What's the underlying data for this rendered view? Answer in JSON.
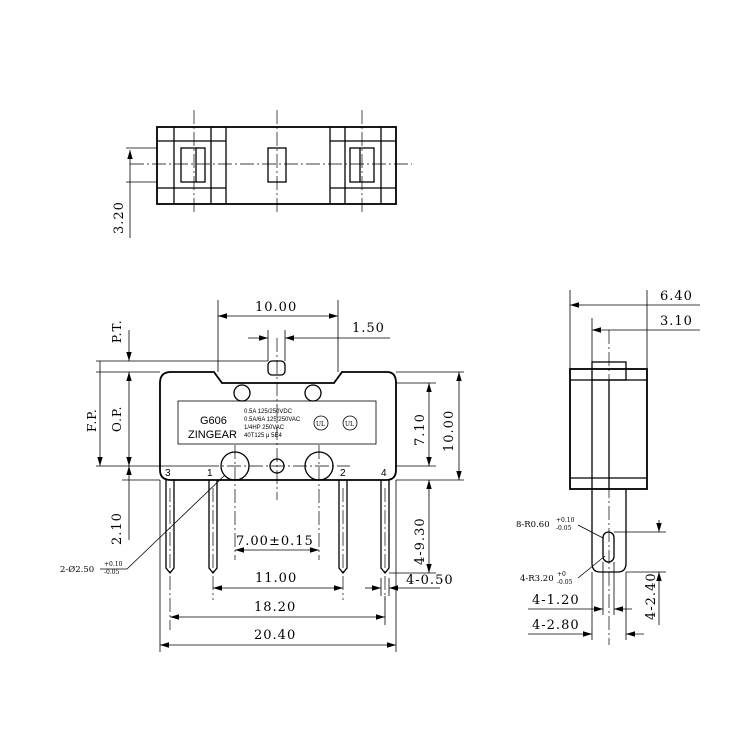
{
  "top_view": {
    "dim_height": "3.20"
  },
  "front_view": {
    "model": "G606",
    "brand": "ZINGEAR",
    "ratings": [
      "0.5A 125/250VDC",
      "0.5A/6A 125/250VAC",
      "1/4HP 250VAC",
      "40T125 μ 5E4"
    ],
    "pins": [
      "3",
      "1",
      "2",
      "4"
    ],
    "dims": {
      "width_top": "10.00",
      "offset": "1.50",
      "pt": "P.T.",
      "fp": "F.P.",
      "op": "O.P.",
      "h_710": "7.10",
      "h_1000": "10.00",
      "pin_len": "2.10",
      "terminal_len": "4-9.30",
      "hole_pitch": "7.00±0.15",
      "pin_pitch_inner": "11.00",
      "pin_thick": "4-0.50",
      "pin_pitch_outer": "18.20",
      "body_width": "20.40",
      "hole_callout": "2-Ø2.50",
      "hole_tol_plus": "+0.10",
      "hole_tol_minus": "-0.05"
    }
  },
  "side_view": {
    "dims": {
      "width_total": "6.40",
      "width_half": "3.10",
      "radius_callout": "8-R0.60",
      "radius_tol_plus": "+0.10",
      "radius_tol_minus": "-0.05",
      "slot_callout": "4-R3.20",
      "slot_tol_plus": "+0",
      "slot_tol_minus": "-0.05",
      "w_120": "4-1.20",
      "w_280": "4-2.80",
      "h_240": "4-2.40"
    }
  }
}
